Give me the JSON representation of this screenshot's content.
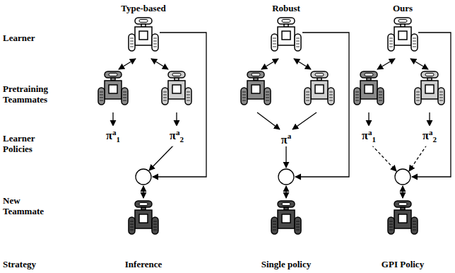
{
  "diagram": {
    "nodes": [
      {
        "text": [
          "π",
          "a",
          "1"
        ]
      },
      {
        "text": [
          "π",
          "a",
          "2"
        ]
      },
      {
        "text": [
          "π",
          "a"
        ]
      },
      {
        "text": [
          "π",
          "a",
          "1"
        ]
      },
      {
        "text": [
          "π",
          "a",
          "2"
        ]
      }
    ],
    "labels": [
      "Type-based",
      "Robust",
      "Ours",
      "Learner",
      "Pretraining Teammates",
      "Learner Policies",
      "New Teammate",
      "Strategy",
      "Inference",
      "Single policy",
      "GPI Policy"
    ]
  }
}
